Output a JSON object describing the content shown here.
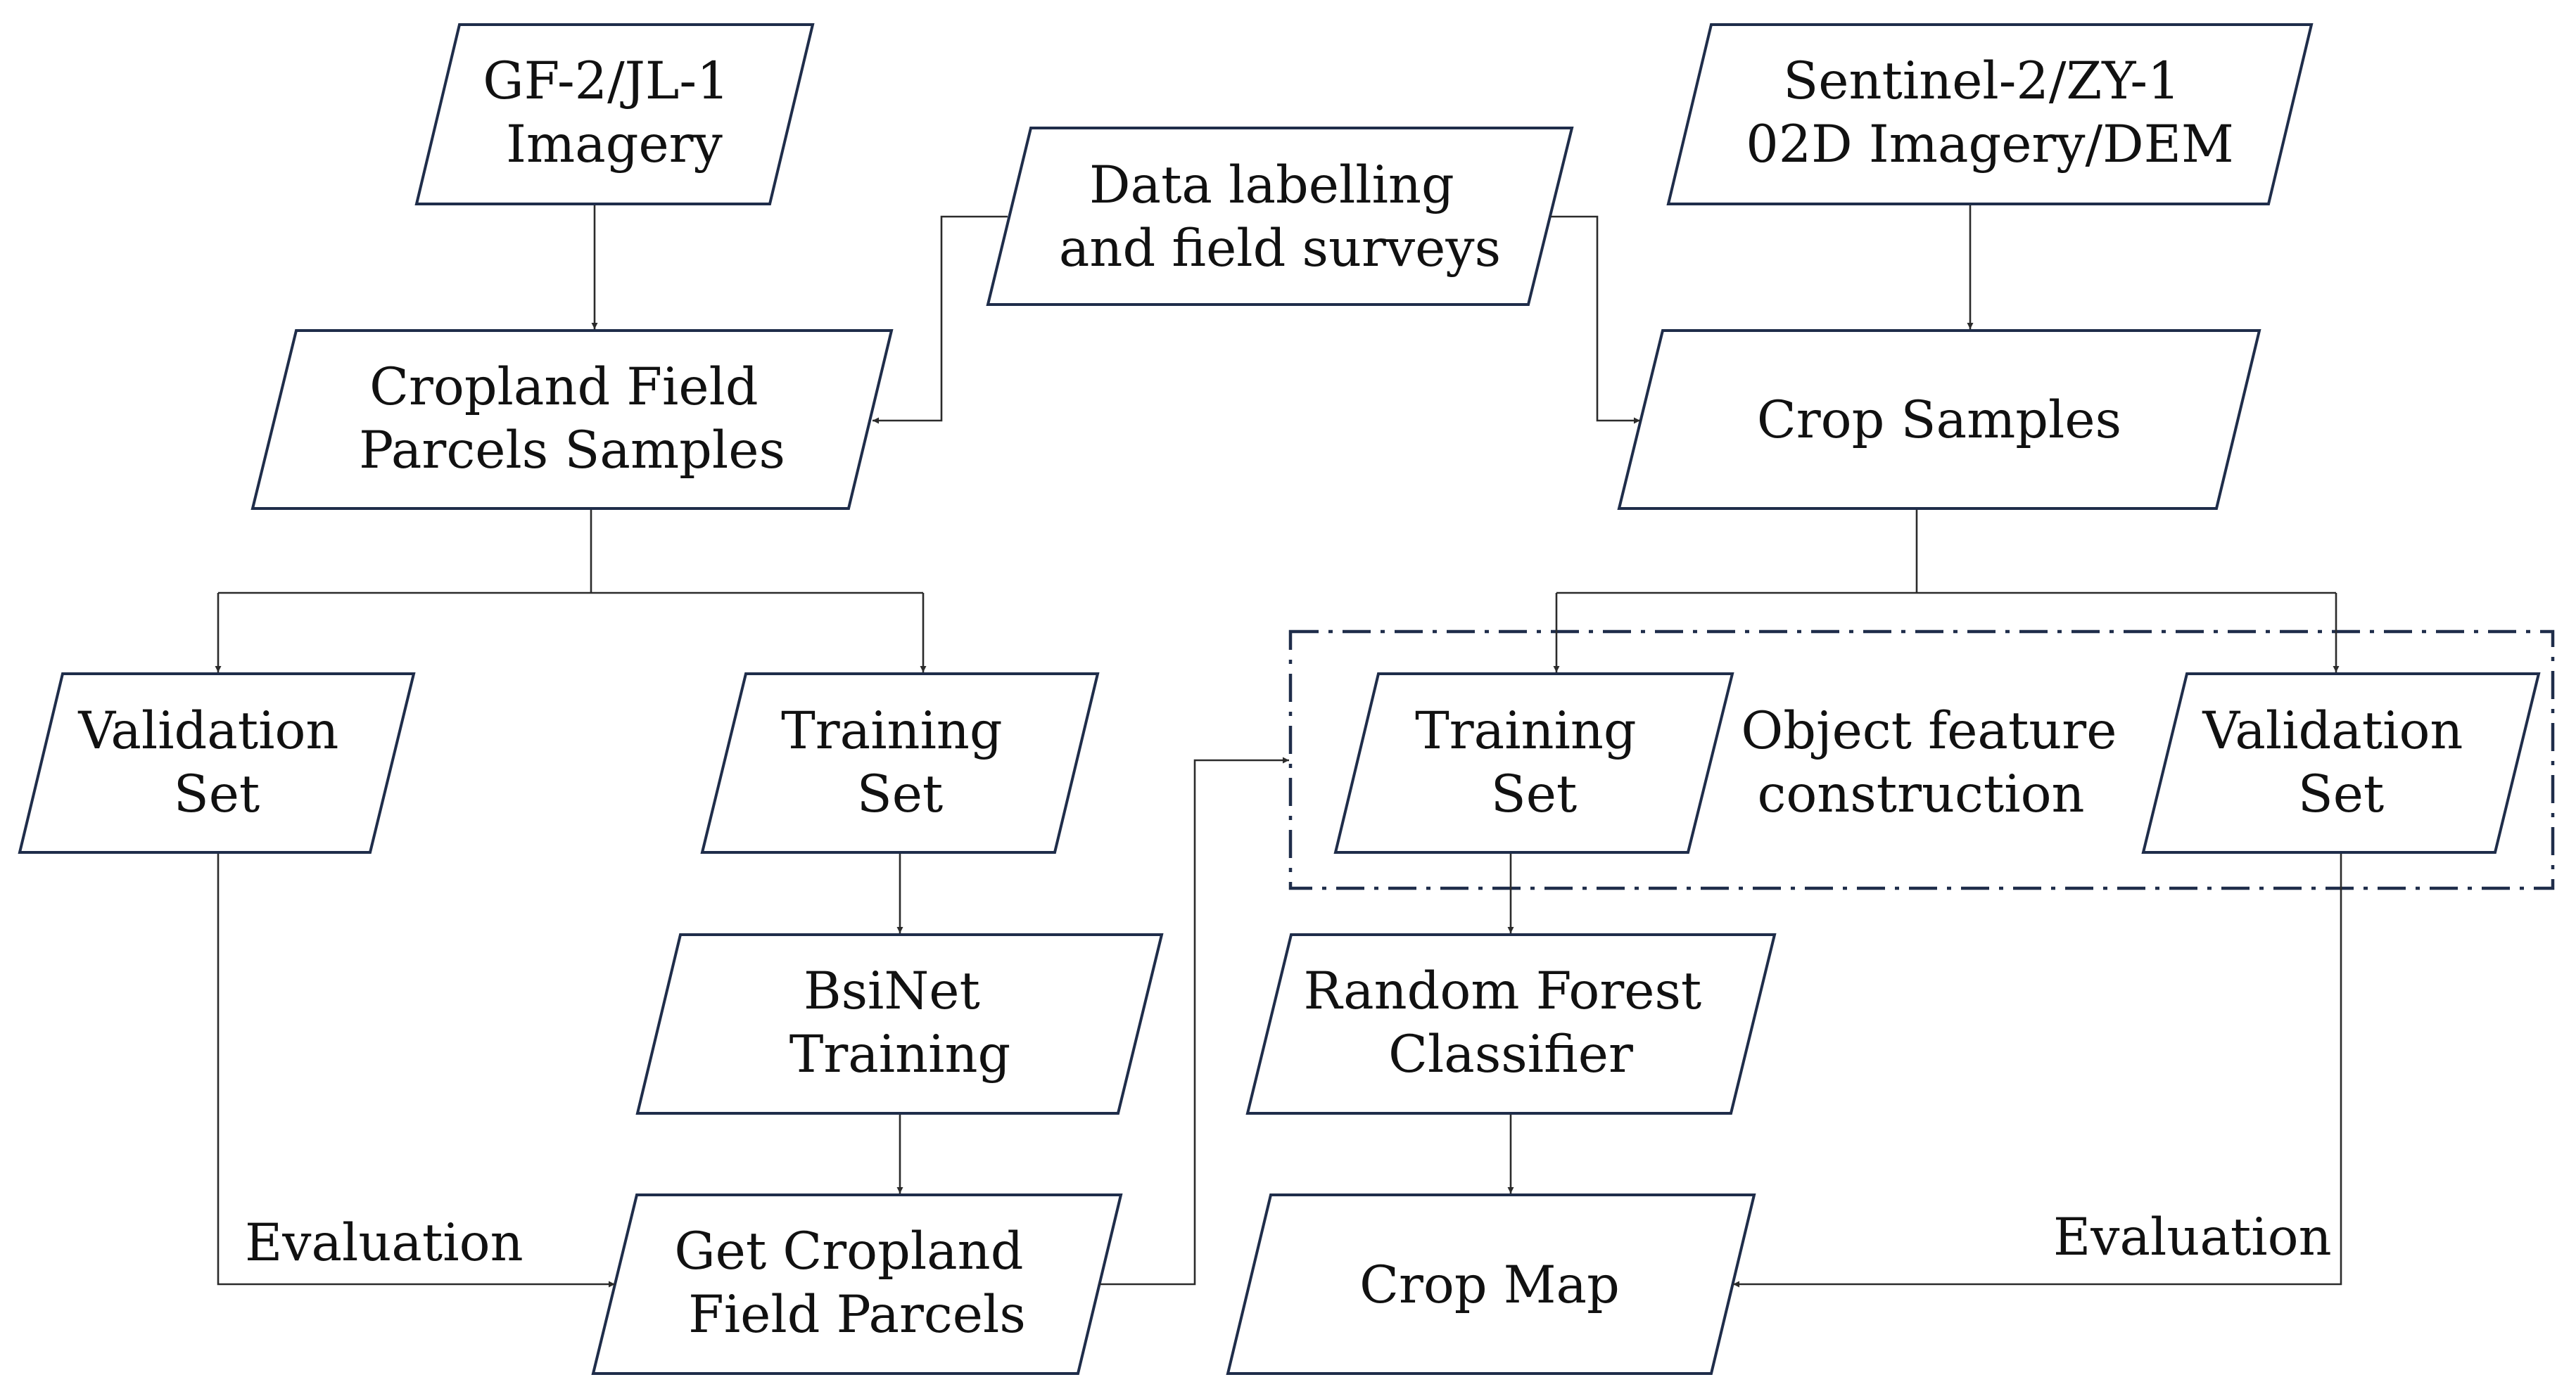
{
  "nodes": {
    "gf2_imagery": {
      "lines": [
        "GF-2/JL-1",
        "Imagery"
      ]
    },
    "data_labelling": {
      "lines": [
        "Data labelling",
        "and field surveys"
      ]
    },
    "sentinel_imagery": {
      "lines": [
        "Sentinel-2/ZY-1",
        "02D Imagery/DEM"
      ]
    },
    "cropland_samples": {
      "lines": [
        "Cropland Field",
        "Parcels Samples"
      ]
    },
    "crop_samples": {
      "lines": [
        "Crop Samples"
      ]
    },
    "validation_set_left": {
      "lines": [
        "Validation",
        "Set"
      ]
    },
    "training_set_left": {
      "lines": [
        "Training",
        "Set"
      ]
    },
    "training_set_right": {
      "lines": [
        "Training",
        "Set"
      ]
    },
    "validation_set_right": {
      "lines": [
        "Validation",
        "Set"
      ]
    },
    "bsinet_training": {
      "lines": [
        "BsiNet",
        "Training"
      ]
    },
    "random_forest": {
      "lines": [
        "Random Forest",
        "Classifier"
      ]
    },
    "get_cropland_parcels": {
      "lines": [
        "Get Cropland",
        "Field Parcels"
      ]
    },
    "crop_map": {
      "lines": [
        "Crop Map"
      ]
    }
  },
  "group": {
    "object_feature": {
      "lines": [
        "Object feature",
        "construction"
      ]
    }
  },
  "edge_labels": {
    "evaluation_left": "Evaluation",
    "evaluation_right": "Evaluation"
  },
  "colors": {
    "shape_stroke": "#1f2d4a",
    "connector": "#2b2b2b",
    "text": "#111111",
    "background": "#ffffff"
  }
}
